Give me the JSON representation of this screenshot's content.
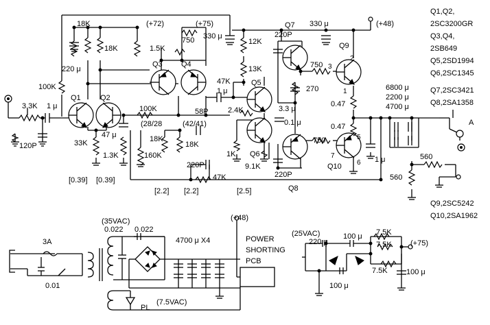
{
  "supply": {
    "plus72": "(+72)",
    "plus75": "(+75)",
    "plus48_top": "(+48)",
    "plus48_bottom": "(+48)",
    "plus75_right": "(+75)"
  },
  "transistor_list": {
    "q1q2": "Q1,Q2,",
    "q1q2_part": "2SC3200GR",
    "q3q4": "Q3,Q4,",
    "q3q4_part": "2SB649",
    "q5": "Q5,2SD1994",
    "q6": "Q6,2SC1345",
    "q7": "Q7,2SC3421",
    "q8": "Q8,2SA1358",
    "q9": "Q9,2SC5242",
    "q10": "Q10,2SA1962"
  },
  "labels": {
    "q1": "Q1",
    "q2": "Q2",
    "q3": "Q3",
    "q4": "Q4",
    "q5": "Q5",
    "q6": "Q6",
    "q7": "Q7",
    "q8": "Q8",
    "q9": "Q9",
    "q10": "Q10",
    "r_3k3": "3.3K",
    "c_1u_in": "1 μ",
    "c_120p": "120P",
    "r_100k_in": "100K",
    "r_18k_a": "18K",
    "r_18k_b": "18K",
    "c_220u": "220 μ",
    "r_33k": "33K",
    "c_47u": "47 μ",
    "r_1k3": "1.3K",
    "r_1k5": "1.5K",
    "r_750_a": "750",
    "c_330u_a": "330 μ",
    "r_100k_mid": "100K",
    "ratio_28": "(28/28",
    "ratio_42": "(42/41)",
    "r_160k": "160K",
    "r_18k_c": "18K",
    "r_18k_d": "18K",
    "c_58p": "58P",
    "c_220p_mid": "220P",
    "r_47k_bot": "47K",
    "r_47k": "47K",
    "c_1u_mid": "1 μ",
    "r_12k": "12K",
    "r_13k": "13K",
    "r_2k4": "2.4K",
    "r_1k": "1K",
    "r_9k1": "9.1K",
    "c_220p_q7": "220P",
    "c_330u_b": "330 μ",
    "r_750_b": "750",
    "r_270": "270",
    "c_3u3": "3.3 μ",
    "c_0u1": "0.1 μ",
    "r_750_c": "750",
    "c_220p_q6": "220P",
    "r_047_a": "0.47",
    "r_047_b": "0.47",
    "c_1u_out": "1 μ",
    "c_6800u": "6800 μ",
    "c_2200u": "2200 μ",
    "c_4700u": "4700 μ",
    "out_a": "A",
    "r_560_a": "560",
    "r_560_b": "560",
    "v_039_a": "[0.39]",
    "v_039_b": "[0.39]",
    "v_22_a": "[2.2]",
    "v_22_b": "[2.2]",
    "v_25": "[2.5]",
    "pin2": "2",
    "pin3": "3",
    "pin1": "1",
    "pin5": "5",
    "pin7": "7",
    "pin6": "6",
    "ps_35vac": "(35VAC)",
    "c_0022_a": "0.022",
    "c_0022_b": "0.022",
    "fuse_3a": "3A",
    "c_001": "0.01",
    "c_4700u_x4": "4700 μ  X4",
    "power_pcb_1": "POWER",
    "power_pcb_2": "SHORTING",
    "power_pcb_3": "PCB",
    "pl": "PL",
    "ps_75vac": "(7.5VAC)",
    "ps_25vac": "(25VAC)",
    "c_220u_ps": "220 μ",
    "c_100u_a": "100 μ",
    "c_100u_b": "100 μ",
    "c_100u_c": "100 μ",
    "r_75k_a": "7.5K",
    "r_75k_b": "7.5K",
    "r_75k_c": "7.5K"
  }
}
